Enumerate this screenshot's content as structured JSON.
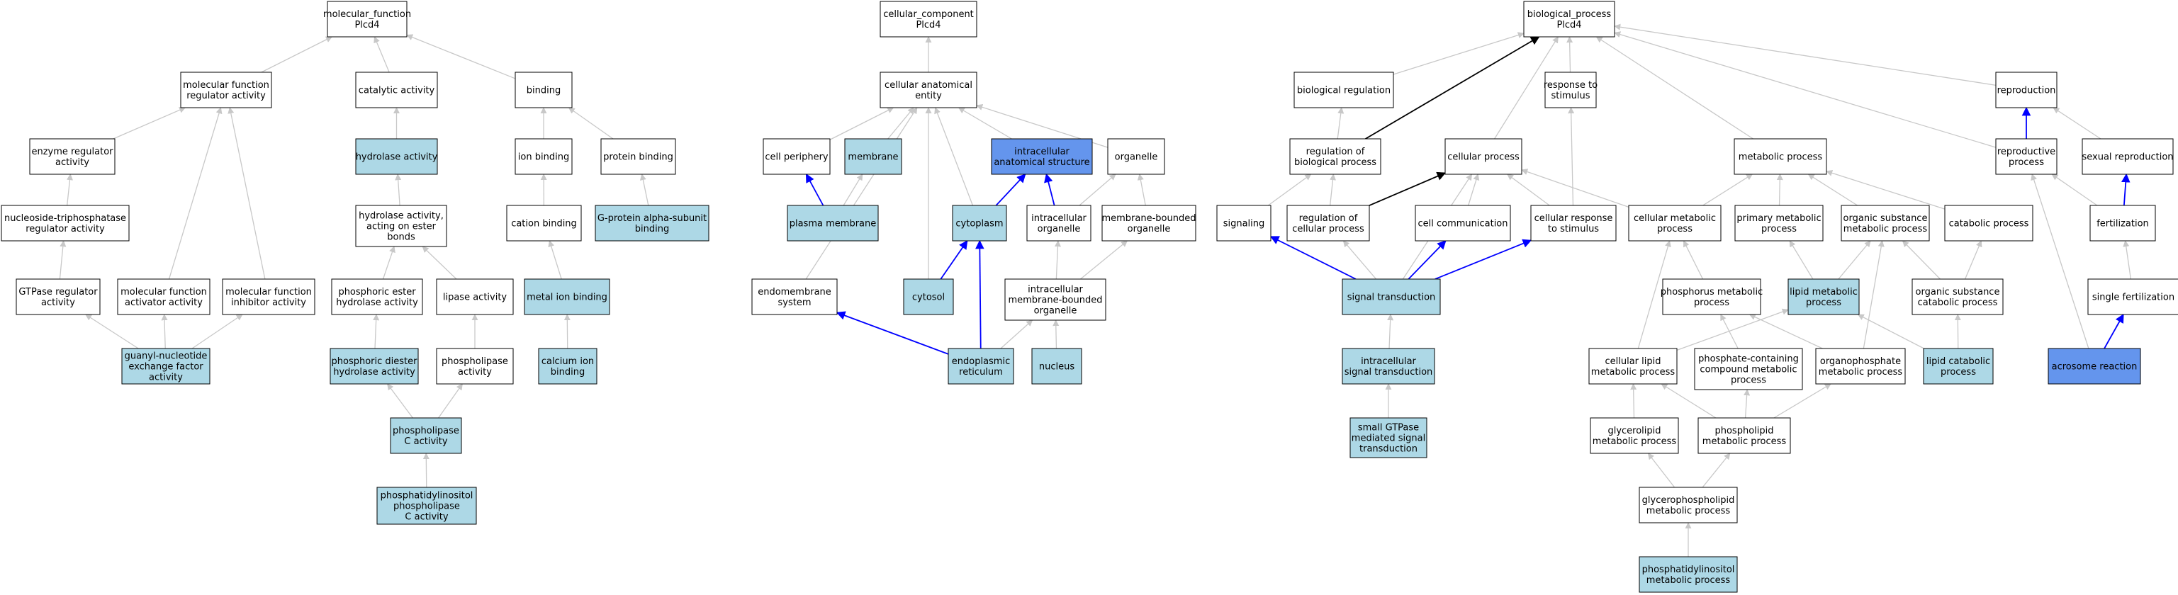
{
  "colors": {
    "node_white": "#ffffff",
    "node_light": "#add8e6",
    "node_dark": "#6495ed",
    "edge_gray": "#c8c8c8",
    "edge_blue": "#0000ff",
    "edge_black": "#000000"
  },
  "nodes": [
    {
      "id": "mf",
      "lines": [
        "molecular_function",
        "Plcd4"
      ],
      "fill": "white"
    },
    {
      "id": "mfreg",
      "lines": [
        "molecular function",
        "regulator activity"
      ],
      "fill": "white"
    },
    {
      "id": "catalytic",
      "lines": [
        "catalytic activity"
      ],
      "fill": "white"
    },
    {
      "id": "binding",
      "lines": [
        "binding"
      ],
      "fill": "white"
    },
    {
      "id": "enzreg",
      "lines": [
        "enzyme regulator",
        "activity"
      ],
      "fill": "white"
    },
    {
      "id": "hydrolase",
      "lines": [
        "hydrolase activity"
      ],
      "fill": "light"
    },
    {
      "id": "ionbind",
      "lines": [
        "ion binding"
      ],
      "fill": "white"
    },
    {
      "id": "protbind",
      "lines": [
        "protein binding"
      ],
      "fill": "white"
    },
    {
      "id": "ntpase",
      "lines": [
        "nucleoside-triphosphatase",
        "regulator activity"
      ],
      "fill": "white"
    },
    {
      "id": "hydester",
      "lines": [
        "hydrolase activity,",
        "acting on ester",
        "bonds"
      ],
      "fill": "white"
    },
    {
      "id": "cationbind",
      "lines": [
        "cation binding"
      ],
      "fill": "white"
    },
    {
      "id": "galpha",
      "lines": [
        "G-protein alpha-subunit",
        "binding"
      ],
      "fill": "light"
    },
    {
      "id": "gtpasereg",
      "lines": [
        "GTPase regulator",
        "activity"
      ],
      "fill": "white"
    },
    {
      "id": "mfact",
      "lines": [
        "molecular function",
        "activator activity"
      ],
      "fill": "white"
    },
    {
      "id": "mfinh",
      "lines": [
        "molecular function",
        "inhibitor activity"
      ],
      "fill": "white"
    },
    {
      "id": "phosester",
      "lines": [
        "phosphoric ester",
        "hydrolase activity"
      ],
      "fill": "white"
    },
    {
      "id": "lipase",
      "lines": [
        "lipase activity"
      ],
      "fill": "white"
    },
    {
      "id": "metalion",
      "lines": [
        "metal ion binding"
      ],
      "fill": "light"
    },
    {
      "id": "guanyl",
      "lines": [
        "guanyl-nucleotide",
        "exchange factor",
        "activity"
      ],
      "fill": "light"
    },
    {
      "id": "phosdiester",
      "lines": [
        "phosphoric diester",
        "hydrolase activity"
      ],
      "fill": "light"
    },
    {
      "id": "phospholipase",
      "lines": [
        "phospholipase",
        "activity"
      ],
      "fill": "white"
    },
    {
      "id": "calcium",
      "lines": [
        "calcium ion",
        "binding"
      ],
      "fill": "light"
    },
    {
      "id": "plc",
      "lines": [
        "phospholipase",
        "C activity"
      ],
      "fill": "light"
    },
    {
      "id": "pipc",
      "lines": [
        "phosphatidylinositol",
        "phospholipase",
        "C activity"
      ],
      "fill": "light"
    },
    {
      "id": "cc",
      "lines": [
        "cellular_component",
        "Plcd4"
      ],
      "fill": "white"
    },
    {
      "id": "cae",
      "lines": [
        "cellular anatomical",
        "entity"
      ],
      "fill": "white"
    },
    {
      "id": "cellperiph",
      "lines": [
        "cell periphery"
      ],
      "fill": "white"
    },
    {
      "id": "membrane",
      "lines": [
        "membrane"
      ],
      "fill": "light"
    },
    {
      "id": "ias",
      "lines": [
        "intracellular",
        "anatomical structure"
      ],
      "fill": "dark"
    },
    {
      "id": "organelle",
      "lines": [
        "organelle"
      ],
      "fill": "white"
    },
    {
      "id": "plasmamem",
      "lines": [
        "plasma membrane"
      ],
      "fill": "light"
    },
    {
      "id": "cytoplasm",
      "lines": [
        "cytoplasm"
      ],
      "fill": "light"
    },
    {
      "id": "intraorg",
      "lines": [
        "intracellular",
        "organelle"
      ],
      "fill": "white"
    },
    {
      "id": "membbound",
      "lines": [
        "membrane-bounded",
        "organelle"
      ],
      "fill": "white"
    },
    {
      "id": "endomem",
      "lines": [
        "endomembrane",
        "system"
      ],
      "fill": "white"
    },
    {
      "id": "cytosol",
      "lines": [
        "cytosol"
      ],
      "fill": "light"
    },
    {
      "id": "intramemb",
      "lines": [
        "intracellular",
        "membrane-bounded",
        "organelle"
      ],
      "fill": "white"
    },
    {
      "id": "er",
      "lines": [
        "endoplasmic",
        "reticulum"
      ],
      "fill": "light"
    },
    {
      "id": "nucleus",
      "lines": [
        "nucleus"
      ],
      "fill": "light"
    },
    {
      "id": "bp",
      "lines": [
        "biological_process",
        "Plcd4"
      ],
      "fill": "white"
    },
    {
      "id": "bioreg",
      "lines": [
        "biological regulation"
      ],
      "fill": "white"
    },
    {
      "id": "resp",
      "lines": [
        "response to",
        "stimulus"
      ],
      "fill": "white"
    },
    {
      "id": "repro",
      "lines": [
        "reproduction"
      ],
      "fill": "white"
    },
    {
      "id": "regbio",
      "lines": [
        "regulation of",
        "biological process"
      ],
      "fill": "white"
    },
    {
      "id": "cellproc",
      "lines": [
        "cellular process"
      ],
      "fill": "white"
    },
    {
      "id": "metab",
      "lines": [
        "metabolic process"
      ],
      "fill": "white"
    },
    {
      "id": "reproproc",
      "lines": [
        "reproductive",
        "process"
      ],
      "fill": "white"
    },
    {
      "id": "sexrepro",
      "lines": [
        "sexual reproduction"
      ],
      "fill": "white"
    },
    {
      "id": "signaling",
      "lines": [
        "signaling"
      ],
      "fill": "white"
    },
    {
      "id": "regcell",
      "lines": [
        "regulation of",
        "cellular process"
      ],
      "fill": "white"
    },
    {
      "id": "cellcomm",
      "lines": [
        "cell communication"
      ],
      "fill": "white"
    },
    {
      "id": "cellresp",
      "lines": [
        "cellular response",
        "to stimulus"
      ],
      "fill": "white"
    },
    {
      "id": "cellmetab",
      "lines": [
        "cellular metabolic",
        "process"
      ],
      "fill": "white"
    },
    {
      "id": "primmetab",
      "lines": [
        "primary metabolic",
        "process"
      ],
      "fill": "white"
    },
    {
      "id": "orgsub",
      "lines": [
        "organic substance",
        "metabolic process"
      ],
      "fill": "white"
    },
    {
      "id": "catab",
      "lines": [
        "catabolic process"
      ],
      "fill": "white"
    },
    {
      "id": "fert",
      "lines": [
        "fertilization"
      ],
      "fill": "white"
    },
    {
      "id": "sigtrans",
      "lines": [
        "signal transduction"
      ],
      "fill": "light"
    },
    {
      "id": "phosmetab",
      "lines": [
        "phosphorus metabolic",
        "process"
      ],
      "fill": "white"
    },
    {
      "id": "lipidmetab",
      "lines": [
        "lipid metabolic",
        "process"
      ],
      "fill": "light"
    },
    {
      "id": "orgcatab",
      "lines": [
        "organic substance",
        "catabolic process"
      ],
      "fill": "white"
    },
    {
      "id": "singlefert",
      "lines": [
        "single fertilization"
      ],
      "fill": "white"
    },
    {
      "id": "intrasig",
      "lines": [
        "intracellular",
        "signal transduction"
      ],
      "fill": "light"
    },
    {
      "id": "celllipid",
      "lines": [
        "cellular lipid",
        "metabolic process"
      ],
      "fill": "white"
    },
    {
      "id": "phoscont",
      "lines": [
        "phosphate-containing",
        "compound metabolic",
        "process"
      ],
      "fill": "white"
    },
    {
      "id": "organophos",
      "lines": [
        "organophosphate",
        "metabolic process"
      ],
      "fill": "white"
    },
    {
      "id": "lipidcatab",
      "lines": [
        "lipid catabolic",
        "process"
      ],
      "fill": "light"
    },
    {
      "id": "acrosome",
      "lines": [
        "acrosome reaction"
      ],
      "fill": "dark"
    },
    {
      "id": "smallgtp",
      "lines": [
        "small GTPase",
        "mediated signal",
        "transduction"
      ],
      "fill": "light"
    },
    {
      "id": "glycerolipid",
      "lines": [
        "glycerolipid",
        "metabolic process"
      ],
      "fill": "white"
    },
    {
      "id": "phospholipid",
      "lines": [
        "phospholipid",
        "metabolic process"
      ],
      "fill": "white"
    },
    {
      "id": "gpl",
      "lines": [
        "glycerophospholipid",
        "metabolic process"
      ],
      "fill": "white"
    },
    {
      "id": "pimetab",
      "lines": [
        "phosphatidylinositol",
        "metabolic process"
      ],
      "fill": "light"
    }
  ],
  "edges": [
    {
      "from": "mfreg",
      "to": "mf",
      "color": "gray"
    },
    {
      "from": "catalytic",
      "to": "mf",
      "color": "gray"
    },
    {
      "from": "binding",
      "to": "mf",
      "color": "gray"
    },
    {
      "from": "enzreg",
      "to": "mfreg",
      "color": "gray"
    },
    {
      "from": "mfact",
      "to": "mfreg",
      "color": "gray"
    },
    {
      "from": "mfinh",
      "to": "mfreg",
      "color": "gray"
    },
    {
      "from": "hydrolase",
      "to": "catalytic",
      "color": "gray"
    },
    {
      "from": "ionbind",
      "to": "binding",
      "color": "gray"
    },
    {
      "from": "protbind",
      "to": "binding",
      "color": "gray"
    },
    {
      "from": "ntpase",
      "to": "enzreg",
      "color": "gray"
    },
    {
      "from": "hydester",
      "to": "hydrolase",
      "color": "gray"
    },
    {
      "from": "cationbind",
      "to": "ionbind",
      "color": "gray"
    },
    {
      "from": "galpha",
      "to": "protbind",
      "color": "gray"
    },
    {
      "from": "gtpasereg",
      "to": "ntpase",
      "color": "gray"
    },
    {
      "from": "phosester",
      "to": "hydester",
      "color": "gray"
    },
    {
      "from": "lipase",
      "to": "hydester",
      "color": "gray"
    },
    {
      "from": "metalion",
      "to": "cationbind",
      "color": "gray"
    },
    {
      "from": "guanyl",
      "to": "gtpasereg",
      "color": "gray"
    },
    {
      "from": "guanyl",
      "to": "mfact",
      "color": "gray"
    },
    {
      "from": "guanyl",
      "to": "mfinh",
      "color": "gray"
    },
    {
      "from": "phosdiester",
      "to": "phosester",
      "color": "gray"
    },
    {
      "from": "phospholipase",
      "to": "lipase",
      "color": "gray"
    },
    {
      "from": "calcium",
      "to": "metalion",
      "color": "gray"
    },
    {
      "from": "plc",
      "to": "phosdiester",
      "color": "gray"
    },
    {
      "from": "plc",
      "to": "phospholipase",
      "color": "gray"
    },
    {
      "from": "pipc",
      "to": "plc",
      "color": "gray"
    },
    {
      "from": "cae",
      "to": "cc",
      "color": "gray"
    },
    {
      "from": "cellperiph",
      "to": "cae",
      "color": "gray"
    },
    {
      "from": "membrane",
      "to": "cae",
      "color": "gray"
    },
    {
      "from": "ias",
      "to": "cae",
      "color": "gray"
    },
    {
      "from": "organelle",
      "to": "cae",
      "color": "gray"
    },
    {
      "from": "endomem",
      "to": "cae",
      "color": "gray"
    },
    {
      "from": "cytoplasm",
      "to": "cae",
      "color": "gray"
    },
    {
      "from": "cytosol",
      "to": "cae",
      "color": "gray"
    },
    {
      "from": "plasmamem",
      "to": "cellperiph",
      "color": "blue"
    },
    {
      "from": "plasmamem",
      "to": "membrane",
      "color": "gray"
    },
    {
      "from": "cytoplasm",
      "to": "ias",
      "color": "blue"
    },
    {
      "from": "intraorg",
      "to": "ias",
      "color": "blue"
    },
    {
      "from": "intraorg",
      "to": "organelle",
      "color": "gray"
    },
    {
      "from": "membbound",
      "to": "organelle",
      "color": "gray"
    },
    {
      "from": "cytosol",
      "to": "cytoplasm",
      "color": "blue"
    },
    {
      "from": "er",
      "to": "cytoplasm",
      "color": "blue"
    },
    {
      "from": "er",
      "to": "endomem",
      "color": "blue"
    },
    {
      "from": "intramemb",
      "to": "intraorg",
      "color": "gray"
    },
    {
      "from": "intramemb",
      "to": "membbound",
      "color": "gray"
    },
    {
      "from": "er",
      "to": "intramemb",
      "color": "gray"
    },
    {
      "from": "nucleus",
      "to": "intramemb",
      "color": "gray"
    },
    {
      "from": "bioreg",
      "to": "bp",
      "color": "gray"
    },
    {
      "from": "resp",
      "to": "bp",
      "color": "gray"
    },
    {
      "from": "repro",
      "to": "bp",
      "color": "gray"
    },
    {
      "from": "regbio",
      "to": "bp",
      "color": "black"
    },
    {
      "from": "cellproc",
      "to": "bp",
      "color": "gray"
    },
    {
      "from": "metab",
      "to": "bp",
      "color": "gray"
    },
    {
      "from": "reproproc",
      "to": "bp",
      "color": "gray"
    },
    {
      "from": "regbio",
      "to": "bioreg",
      "color": "gray"
    },
    {
      "from": "cellresp",
      "to": "resp",
      "color": "gray"
    },
    {
      "from": "reproproc",
      "to": "repro",
      "color": "blue"
    },
    {
      "from": "sexrepro",
      "to": "repro",
      "color": "gray"
    },
    {
      "from": "signaling",
      "to": "regbio",
      "color": "gray"
    },
    {
      "from": "regcell",
      "to": "regbio",
      "color": "gray"
    },
    {
      "from": "regcell",
      "to": "cellproc",
      "color": "black"
    },
    {
      "from": "cellcomm",
      "to": "cellproc",
      "color": "gray"
    },
    {
      "from": "cellresp",
      "to": "cellproc",
      "color": "gray"
    },
    {
      "from": "cellmetab",
      "to": "cellproc",
      "color": "gray"
    },
    {
      "from": "sigtrans",
      "to": "cellproc",
      "color": "gray"
    },
    {
      "from": "cellmetab",
      "to": "metab",
      "color": "gray"
    },
    {
      "from": "primmetab",
      "to": "metab",
      "color": "gray"
    },
    {
      "from": "orgsub",
      "to": "metab",
      "color": "gray"
    },
    {
      "from": "catab",
      "to": "metab",
      "color": "gray"
    },
    {
      "from": "fert",
      "to": "reproproc",
      "color": "gray"
    },
    {
      "from": "acrosome",
      "to": "reproproc",
      "color": "gray"
    },
    {
      "from": "fert",
      "to": "sexrepro",
      "color": "blue"
    },
    {
      "from": "sigtrans",
      "to": "signaling",
      "color": "blue"
    },
    {
      "from": "sigtrans",
      "to": "regcell",
      "color": "gray"
    },
    {
      "from": "sigtrans",
      "to": "cellcomm",
      "color": "blue"
    },
    {
      "from": "sigtrans",
      "to": "cellresp",
      "color": "blue"
    },
    {
      "from": "phosmetab",
      "to": "cellmetab",
      "color": "gray"
    },
    {
      "from": "celllipid",
      "to": "cellmetab",
      "color": "gray"
    },
    {
      "from": "lipidmetab",
      "to": "primmetab",
      "color": "gray"
    },
    {
      "from": "lipidmetab",
      "to": "orgsub",
      "color": "gray"
    },
    {
      "from": "orgcatab",
      "to": "orgsub",
      "color": "gray"
    },
    {
      "from": "organophos",
      "to": "orgsub",
      "color": "gray"
    },
    {
      "from": "orgcatab",
      "to": "catab",
      "color": "gray"
    },
    {
      "from": "singlefert",
      "to": "fert",
      "color": "gray"
    },
    {
      "from": "intrasig",
      "to": "sigtrans",
      "color": "gray"
    },
    {
      "from": "phoscont",
      "to": "phosmetab",
      "color": "gray"
    },
    {
      "from": "organophos",
      "to": "phosmetab",
      "color": "gray"
    },
    {
      "from": "celllipid",
      "to": "lipidmetab",
      "color": "gray"
    },
    {
      "from": "lipidcatab",
      "to": "lipidmetab",
      "color": "gray"
    },
    {
      "from": "lipidcatab",
      "to": "orgcatab",
      "color": "gray"
    },
    {
      "from": "acrosome",
      "to": "singlefert",
      "color": "blue"
    },
    {
      "from": "smallgtp",
      "to": "intrasig",
      "color": "gray"
    },
    {
      "from": "glycerolipid",
      "to": "celllipid",
      "color": "gray"
    },
    {
      "from": "phospholipid",
      "to": "celllipid",
      "color": "gray"
    },
    {
      "from": "phospholipid",
      "to": "phoscont",
      "color": "gray"
    },
    {
      "from": "phospholipid",
      "to": "organophos",
      "color": "gray"
    },
    {
      "from": "gpl",
      "to": "glycerolipid",
      "color": "gray"
    },
    {
      "from": "gpl",
      "to": "phospholipid",
      "color": "gray"
    },
    {
      "from": "pimetab",
      "to": "gpl",
      "color": "gray"
    }
  ]
}
